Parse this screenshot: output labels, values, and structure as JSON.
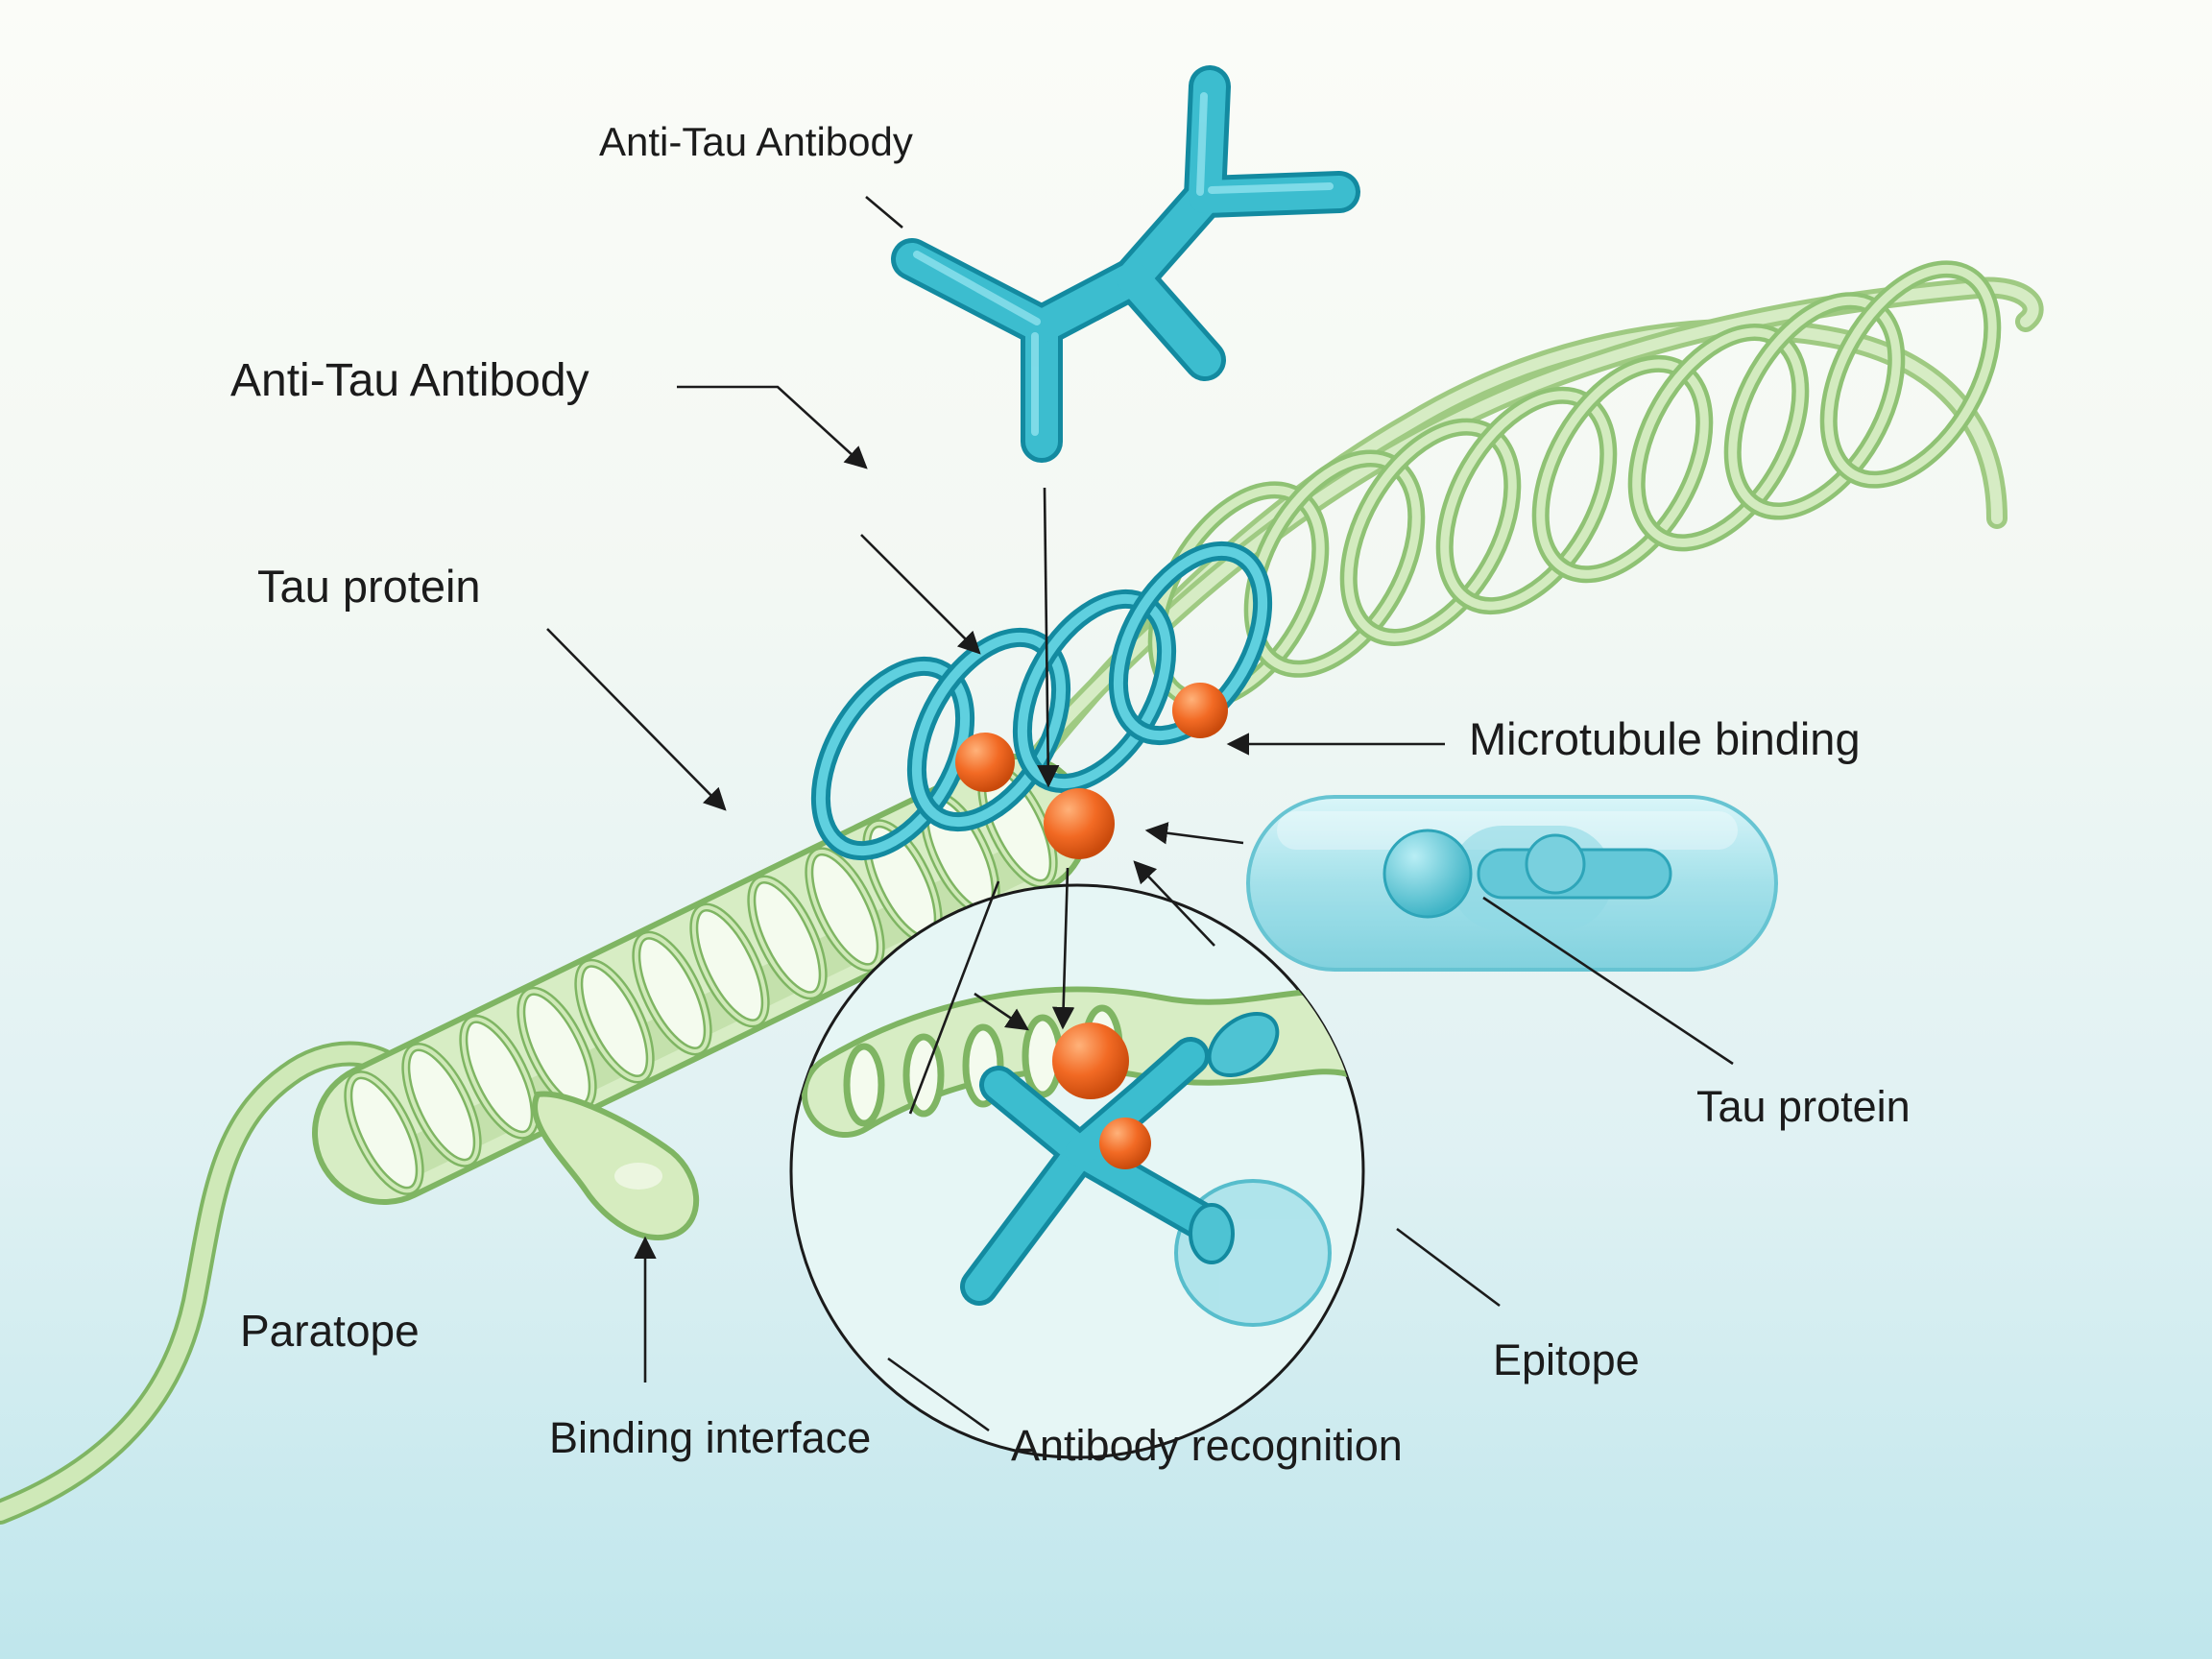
{
  "labels": {
    "antibody_top": "Anti-Tau Antibody",
    "antibody_left": "Anti-Tau Antibody",
    "tau_protein_left": "Tau protein",
    "microtubule_binding": "Microtubule binding",
    "tau_protein_right": "Tau protein",
    "paratope": "Paratope",
    "binding_interface": "Binding interface",
    "antibody_recognition": "Antibody recognition",
    "epitope": "Epitope"
  },
  "colors": {
    "tau_fiber_green": "#b9dc9d",
    "tau_fiber_outline": "#7fb563",
    "antibody_teal": "#35b6c8",
    "antibody_outline": "#138aa0",
    "binding_site_orange": "#f26a24",
    "label_text": "#1b1b1b"
  }
}
